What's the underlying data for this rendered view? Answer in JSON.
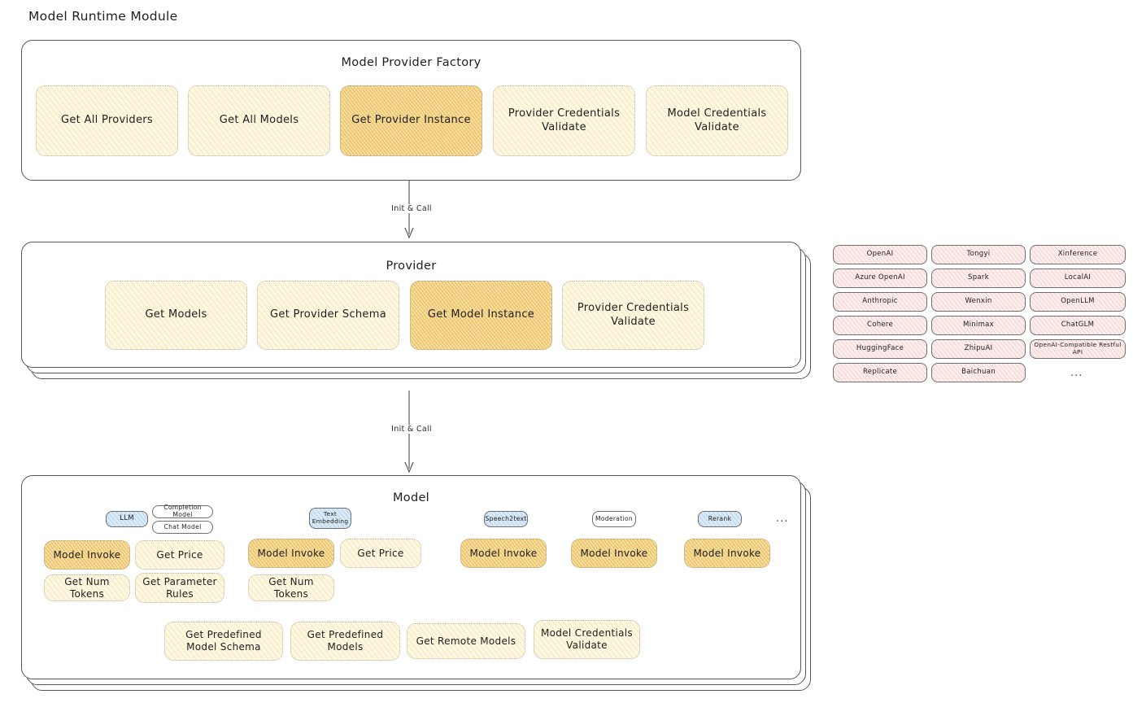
{
  "page": {
    "title": "Model Runtime Module"
  },
  "arrows": [
    {
      "label": "Init & Call"
    },
    {
      "label": "Init & Call"
    }
  ],
  "factory": {
    "title": "Model Provider Factory",
    "items": [
      {
        "label": "Get All Providers",
        "highlight": false
      },
      {
        "label": "Get All Models",
        "highlight": false
      },
      {
        "label": "Get Provider Instance",
        "highlight": true
      },
      {
        "label": "Provider Credentials Validate",
        "highlight": false
      },
      {
        "label": "Model Credentials Validate",
        "highlight": false
      }
    ]
  },
  "provider": {
    "title": "Provider",
    "items": [
      {
        "label": "Get Models",
        "highlight": false
      },
      {
        "label": "Get Provider Schema",
        "highlight": false
      },
      {
        "label": "Get Model Instance",
        "highlight": true
      },
      {
        "label": "Provider Credentials Validate",
        "highlight": false
      }
    ]
  },
  "provider_list": {
    "ellipsis": "...",
    "columns": [
      [
        "OpenAI",
        "Azure OpenAI",
        "Anthropic",
        "Cohere",
        "HuggingFace",
        "Replicate"
      ],
      [
        "Tongyi",
        "Spark",
        "Wenxin",
        "Minimax",
        "ZhipuAI",
        "Baichuan"
      ],
      [
        "Xinference",
        "LocalAI",
        "OpenLLM",
        "ChatGLM",
        "OpenAI-Compatible Restful API"
      ]
    ]
  },
  "model": {
    "title": "Model",
    "ellipsis": "...",
    "types": [
      {
        "tag": "LLM",
        "subtags": [
          "Completion Model",
          "Chat Model"
        ],
        "ops": [
          {
            "label": "Model Invoke",
            "highlight": true
          },
          {
            "label": "Get Price",
            "highlight": false
          },
          {
            "label": "Get Num Tokens",
            "highlight": false
          },
          {
            "label": "Get Parameter Rules",
            "highlight": false
          }
        ]
      },
      {
        "tag": "Text Embedding",
        "subtags": [],
        "ops": [
          {
            "label": "Model Invoke",
            "highlight": true
          },
          {
            "label": "Get Price",
            "highlight": false
          },
          {
            "label": "Get Num Tokens",
            "highlight": false
          }
        ]
      },
      {
        "tag": "Speech2text",
        "subtags": [],
        "ops": [
          {
            "label": "Model Invoke",
            "highlight": true
          }
        ]
      },
      {
        "tag": "Moderation",
        "subtags": [],
        "ops": [
          {
            "label": "Model Invoke",
            "highlight": true
          }
        ]
      },
      {
        "tag": "Rerank",
        "subtags": [],
        "ops": [
          {
            "label": "Model Invoke",
            "highlight": true
          }
        ]
      }
    ],
    "common_ops": [
      "Get Predefined Model Schema",
      "Get Predefined Models",
      "Get Remote Models",
      "Model Credentials Validate"
    ]
  },
  "colors": {
    "highlight_fill": "#f8e2ad",
    "light_fill": "#fdf8e3",
    "pink_fill": "#fdeeee",
    "blue_fill": "#dbeaf7",
    "stroke": "#575757"
  }
}
